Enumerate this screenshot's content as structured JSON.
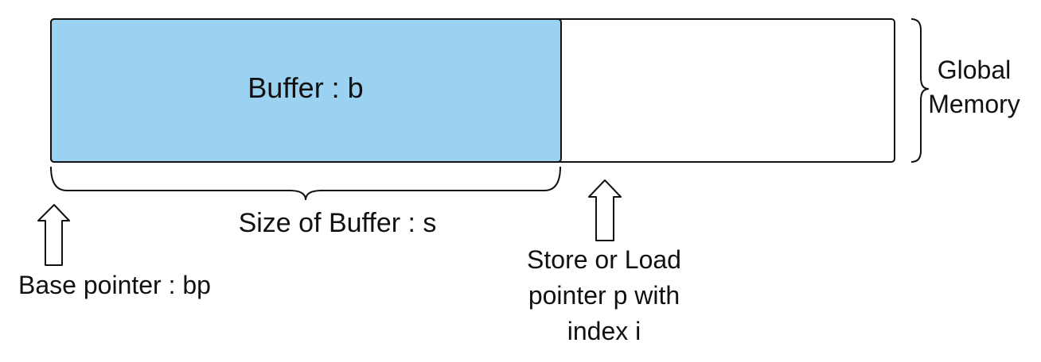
{
  "diagram": {
    "buffer_label": "Buffer : b",
    "global_memory": {
      "line1": "Global",
      "line2": "Memory"
    },
    "size_label": "Size of Buffer : s",
    "base_pointer_label": "Base pointer : bp",
    "store_load_pointer": {
      "line1": "Store or Load",
      "line2": "pointer p with",
      "line3": "index i"
    },
    "colors": {
      "buffer_fill": "#9bd2f2",
      "stroke": "#111111",
      "background": "#ffffff"
    }
  }
}
